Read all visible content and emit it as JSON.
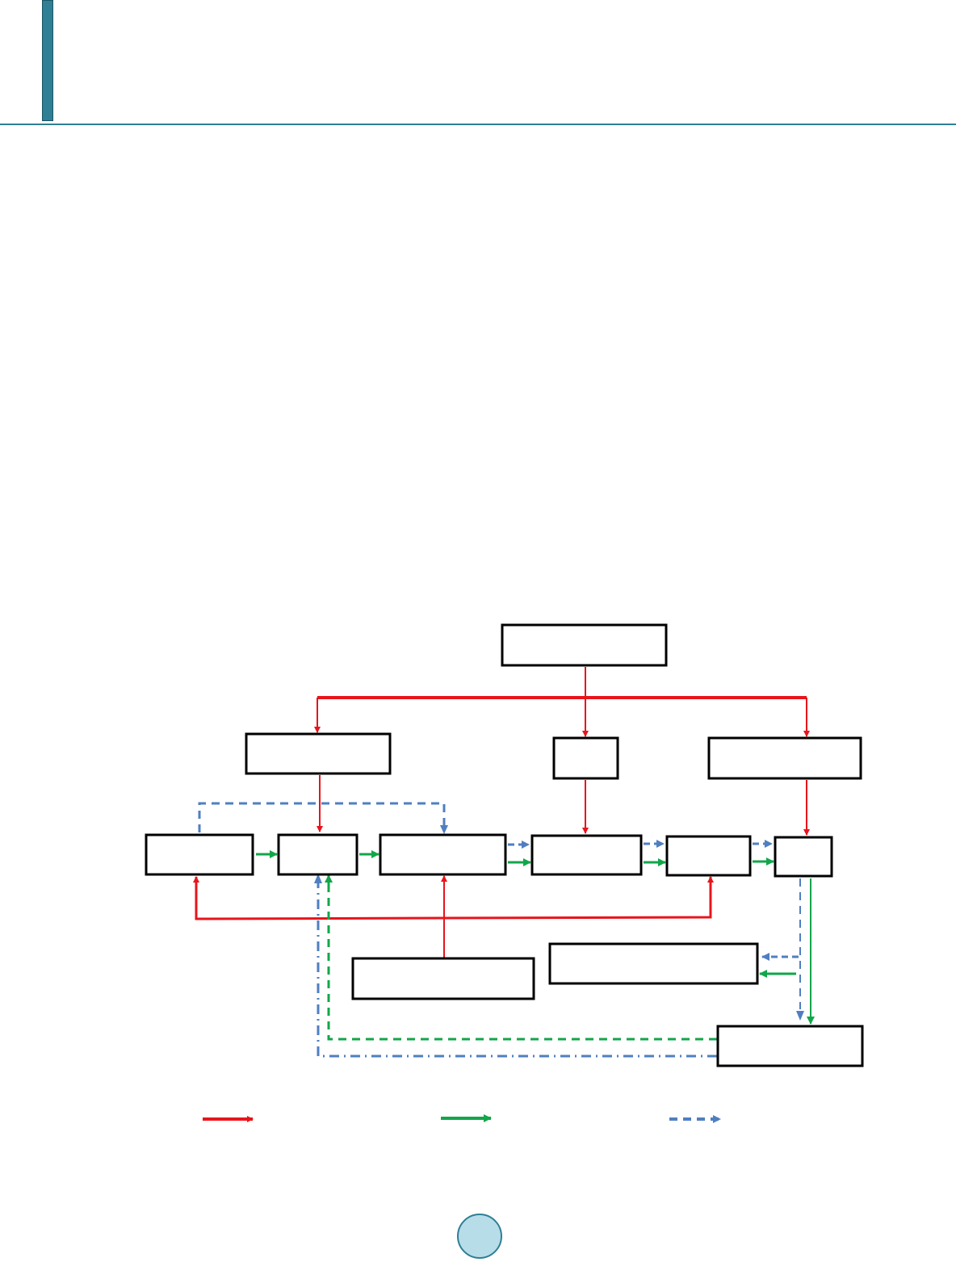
{
  "colors": {
    "accent": "#2f7f95",
    "red_flow": "#e8141b",
    "green_flow": "#12a64a",
    "blue_flow": "#4f7fc0",
    "page_circle": "#b7dde8"
  },
  "diagram": {
    "nodes": [
      {
        "id": "top",
        "label": ""
      },
      {
        "id": "upper-left",
        "label": ""
      },
      {
        "id": "upper-mid",
        "label": ""
      },
      {
        "id": "upper-right",
        "label": ""
      },
      {
        "id": "row-1",
        "label": ""
      },
      {
        "id": "row-2",
        "label": ""
      },
      {
        "id": "row-3",
        "label": ""
      },
      {
        "id": "row-4",
        "label": ""
      },
      {
        "id": "row-5",
        "label": ""
      },
      {
        "id": "row-6",
        "label": ""
      },
      {
        "id": "lower-left",
        "label": ""
      },
      {
        "id": "lower-mid",
        "label": ""
      },
      {
        "id": "lower-right",
        "label": ""
      }
    ],
    "legend": [
      {
        "style": "solid-red",
        "label": ""
      },
      {
        "style": "solid-green",
        "label": ""
      },
      {
        "style": "dashed-blue",
        "label": ""
      }
    ]
  },
  "page": {
    "number": ""
  }
}
